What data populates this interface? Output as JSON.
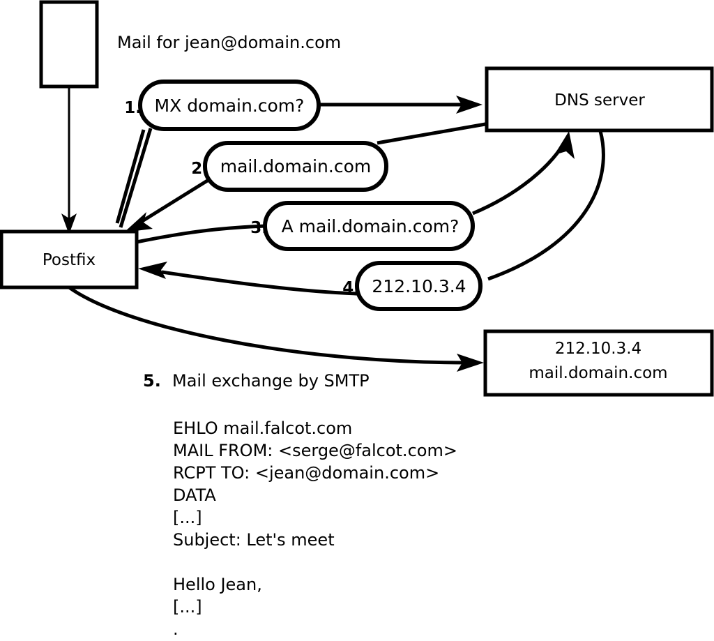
{
  "diagram": {
    "title_caption": "Mail for jean@domain.com",
    "nodes": {
      "client_box": {
        "label": ""
      },
      "postfix": {
        "label": "Postfix"
      },
      "dns_server": {
        "label": "DNS server"
      },
      "remote_mx": {
        "line1": "212.10.3.4",
        "line2": "mail.domain.com"
      }
    },
    "steps": [
      {
        "num": "1.",
        "label": "MX domain.com?"
      },
      {
        "num": "2.",
        "label": "mail.domain.com"
      },
      {
        "num": "3.",
        "label": "A mail.domain.com?"
      },
      {
        "num": "4.",
        "label": "212.10.3.4"
      }
    ],
    "step5": {
      "num": "5.",
      "label": "Mail exchange by SMTP"
    },
    "smtp_transcript": [
      "EHLO mail.falcot.com",
      "MAIL FROM: <serge@falcot.com>",
      "RCPT TO: <jean@domain.com>",
      "DATA",
      "[...]",
      "Subject: Let's meet",
      "",
      "Hello Jean,",
      "[...]",
      "."
    ],
    "colors": {
      "stroke": "#000000",
      "fill": "#ffffff",
      "text": "#000000"
    }
  }
}
